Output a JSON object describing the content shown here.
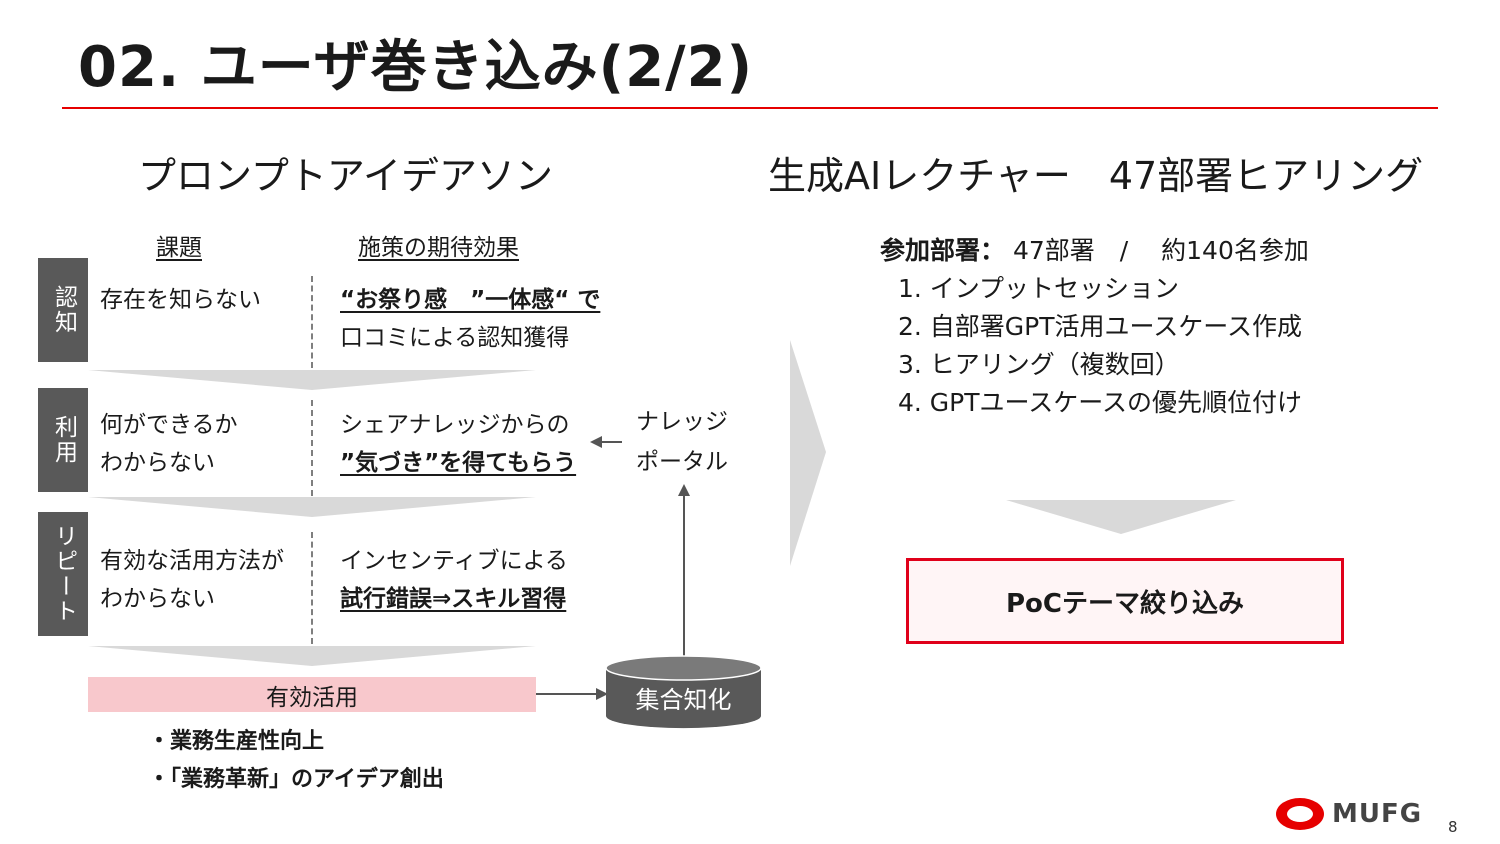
{
  "title": "02. ユーザ巻き込み(2/2)",
  "left": {
    "heading": "プロンプトアイデアソン",
    "col_issue": "課題",
    "col_effect": "施策の期待効果",
    "rows": [
      {
        "stage": "認知",
        "issue_1": "存在を知らない",
        "issue_2": "",
        "effect_1": "“お祭り感　”一体感“ で",
        "effect_2": "口コミによる認知獲得"
      },
      {
        "stage": "利用",
        "issue_1": "何ができるか",
        "issue_2": "わからない",
        "effect_1": "シェアナレッジからの",
        "effect_2": "”気づき”を得てもらう"
      },
      {
        "stage": "リピート",
        "issue_1": "有効な活用方法が",
        "issue_2": "わからない",
        "effect_1": "インセンティブによる",
        "effect_2": "試行錯誤⇒スキル習得"
      }
    ],
    "portal_1": "ナレッジ",
    "portal_2": "ポータル",
    "effective_use": "有効活用",
    "collective": "集合知化",
    "bullets": [
      "・業務生産性向上",
      "・「業務革新」のアイデア創出"
    ]
  },
  "right": {
    "heading": "生成AIレクチャー　47部署ヒアリング",
    "participants_label": "参加部署：",
    "participants_value": "47部署　/　 約140名参加",
    "steps": [
      "1. インプットセッション",
      "2. 自部署GPT活用ユースケース作成",
      "3. ヒアリング（複数回）",
      "4. GPTユースケースの優先順位付け"
    ],
    "result": "PoCテーマ絞り込み"
  },
  "logo_text": "MUFG",
  "page_number": "8",
  "colors": {
    "accent": "#e60000",
    "stage_bg": "#595959",
    "effect_bar": "#f8c8cc",
    "chevron": "#d9d9d9"
  }
}
